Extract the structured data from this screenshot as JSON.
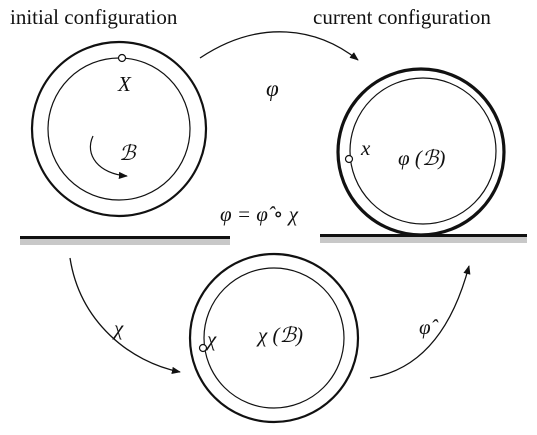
{
  "captions": {
    "initial": "initial configuration",
    "current": "current configuration"
  },
  "labels": {
    "phi": "φ",
    "point_X": "X",
    "body_B": "ℬ",
    "point_x": "x",
    "phi_of_B": "φ (ℬ)",
    "composition": "φ = φ̂ ∘ χ",
    "chi": "χ",
    "point_chi": "χ",
    "chi_of_B": "χ (ℬ)",
    "phi_hat": "φ̂"
  },
  "colors": {
    "stroke": "#111111",
    "ground_shadow": "#c8c8c8"
  }
}
